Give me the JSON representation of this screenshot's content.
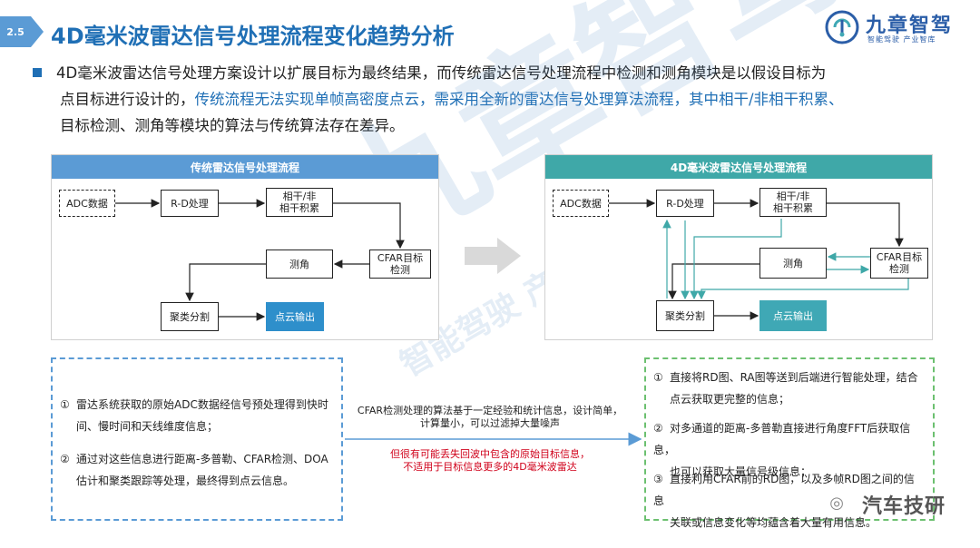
{
  "header": {
    "section_number": "2.5",
    "title": "4D毫米波雷达信号处理流程变化趋势分析"
  },
  "logo": {
    "name": "九章智驾",
    "tagline": "智能驾驶 产业智库"
  },
  "intro": {
    "line1_a": "4D毫米波雷达信号处理方案设计以扩展目标为最终结果，而传统雷达信号处理流程中检测和测角模块是以假设目标为",
    "line2_a": "点目标进行设计的，",
    "line2_b": "传统流程无法实现单帧高密度点云，需采用全新的雷达信号处理算法流程，",
    "line2_c": "其中相干/非相干积累、",
    "line3_a": "目标检测、测角等模块的算法与传统算法存在差异。"
  },
  "traditional": {
    "header": "传统雷达信号处理流程",
    "header_color": "#5b9bd5",
    "nodes": {
      "adc": "ADC数据",
      "rd": "R-D处理",
      "acc_1": "相干/非",
      "acc_2": "相干积累",
      "cfar_1": "CFAR目标",
      "cfar_2": "检测",
      "angle": "测角",
      "cluster": "聚类分割",
      "output": "点云输出"
    }
  },
  "radar4d": {
    "header": "4D毫米波雷达信号处理流程",
    "header_color": "#3fa8a8",
    "nodes": {
      "adc": "ADC数据",
      "rd": "R-D处理",
      "acc_1": "相干/非",
      "acc_2": "相干积累",
      "cfar_1": "CFAR目标",
      "cfar_2": "检测",
      "angle": "测角",
      "cluster": "聚类分割",
      "output": "点云输出"
    }
  },
  "left_box": {
    "item1_num": "①",
    "item1_l1": "雷达系统获取的原始ADC数据经信号预处理得到快时",
    "item1_l2": "间、慢时间和天线维度信息；",
    "item2_num": "②",
    "item2_l1": "通过对这些信息进行距离-多普勒、CFAR检测、DOA",
    "item2_l2": "估计和聚类跟踪等处理，最终得到点云信息。"
  },
  "center": {
    "note_l1": "CFAR检测处理的算法基于一定经验和统计信息，设计简单，",
    "note_l2": "计算量小，可以过滤掉大量噪声",
    "red_l1": "但很有可能丢失回波中包含的原始目标信息，",
    "red_l2": "不适用于目标信息更多的4D毫米波雷达"
  },
  "right_box": {
    "item1_num": "①",
    "item1_l1": "直接将RD图、RA图等送到后端进行智能处理，结合",
    "item1_l2": "点云获取更完整的信息；",
    "item2_num": "②",
    "item2_l1": "对多通道的距离-多普勒直接进行角度FFT后获取信息，",
    "item2_l2": "也可以获取大量信号级信息；",
    "item3_num": "③",
    "item3_l1": "直接利用CFAR前的RD图，以及多帧RD图之间的信息",
    "item3_l2": "关联或信息变化等均蕴含着大量有用信息。"
  },
  "footer": {
    "wechat_mark": "汽车技研"
  },
  "watermark": {
    "big": "九章智驾",
    "small": "智能驾驶 产业智库"
  }
}
